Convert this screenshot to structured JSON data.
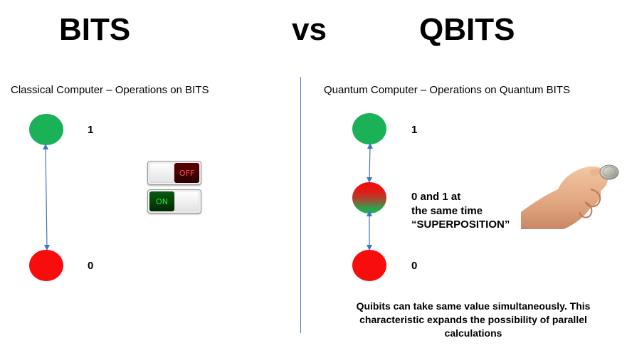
{
  "header": {
    "left_title": "BITS",
    "vs": "vs",
    "right_title": "QBITS"
  },
  "classical": {
    "subtitle": "Classical Computer – Operations on BITS",
    "label_one": "1",
    "label_zero": "0",
    "switch_off_text": "OFF",
    "switch_on_text": "ON"
  },
  "quantum": {
    "subtitle": "Quantum  Computer – Operations on Quantum BITS",
    "label_one": "1",
    "label_superposition_line1": "0 and 1 at",
    "label_superposition_line2": "the same time",
    "label_superposition_line3": "“SUPERPOSITION”",
    "label_zero": "0",
    "note": "Quibits can take same value simultaneously. This characteristic expands the possibility of parallel calculations"
  },
  "colors": {
    "one_state": "#1bb157",
    "zero_state": "#f60d0c",
    "arrow": "#4472c4",
    "divider": "#4472c4"
  },
  "icons": {
    "coin_hand": "hand-flipping-coin-icon",
    "toggle": "toggle-switch-icon"
  }
}
